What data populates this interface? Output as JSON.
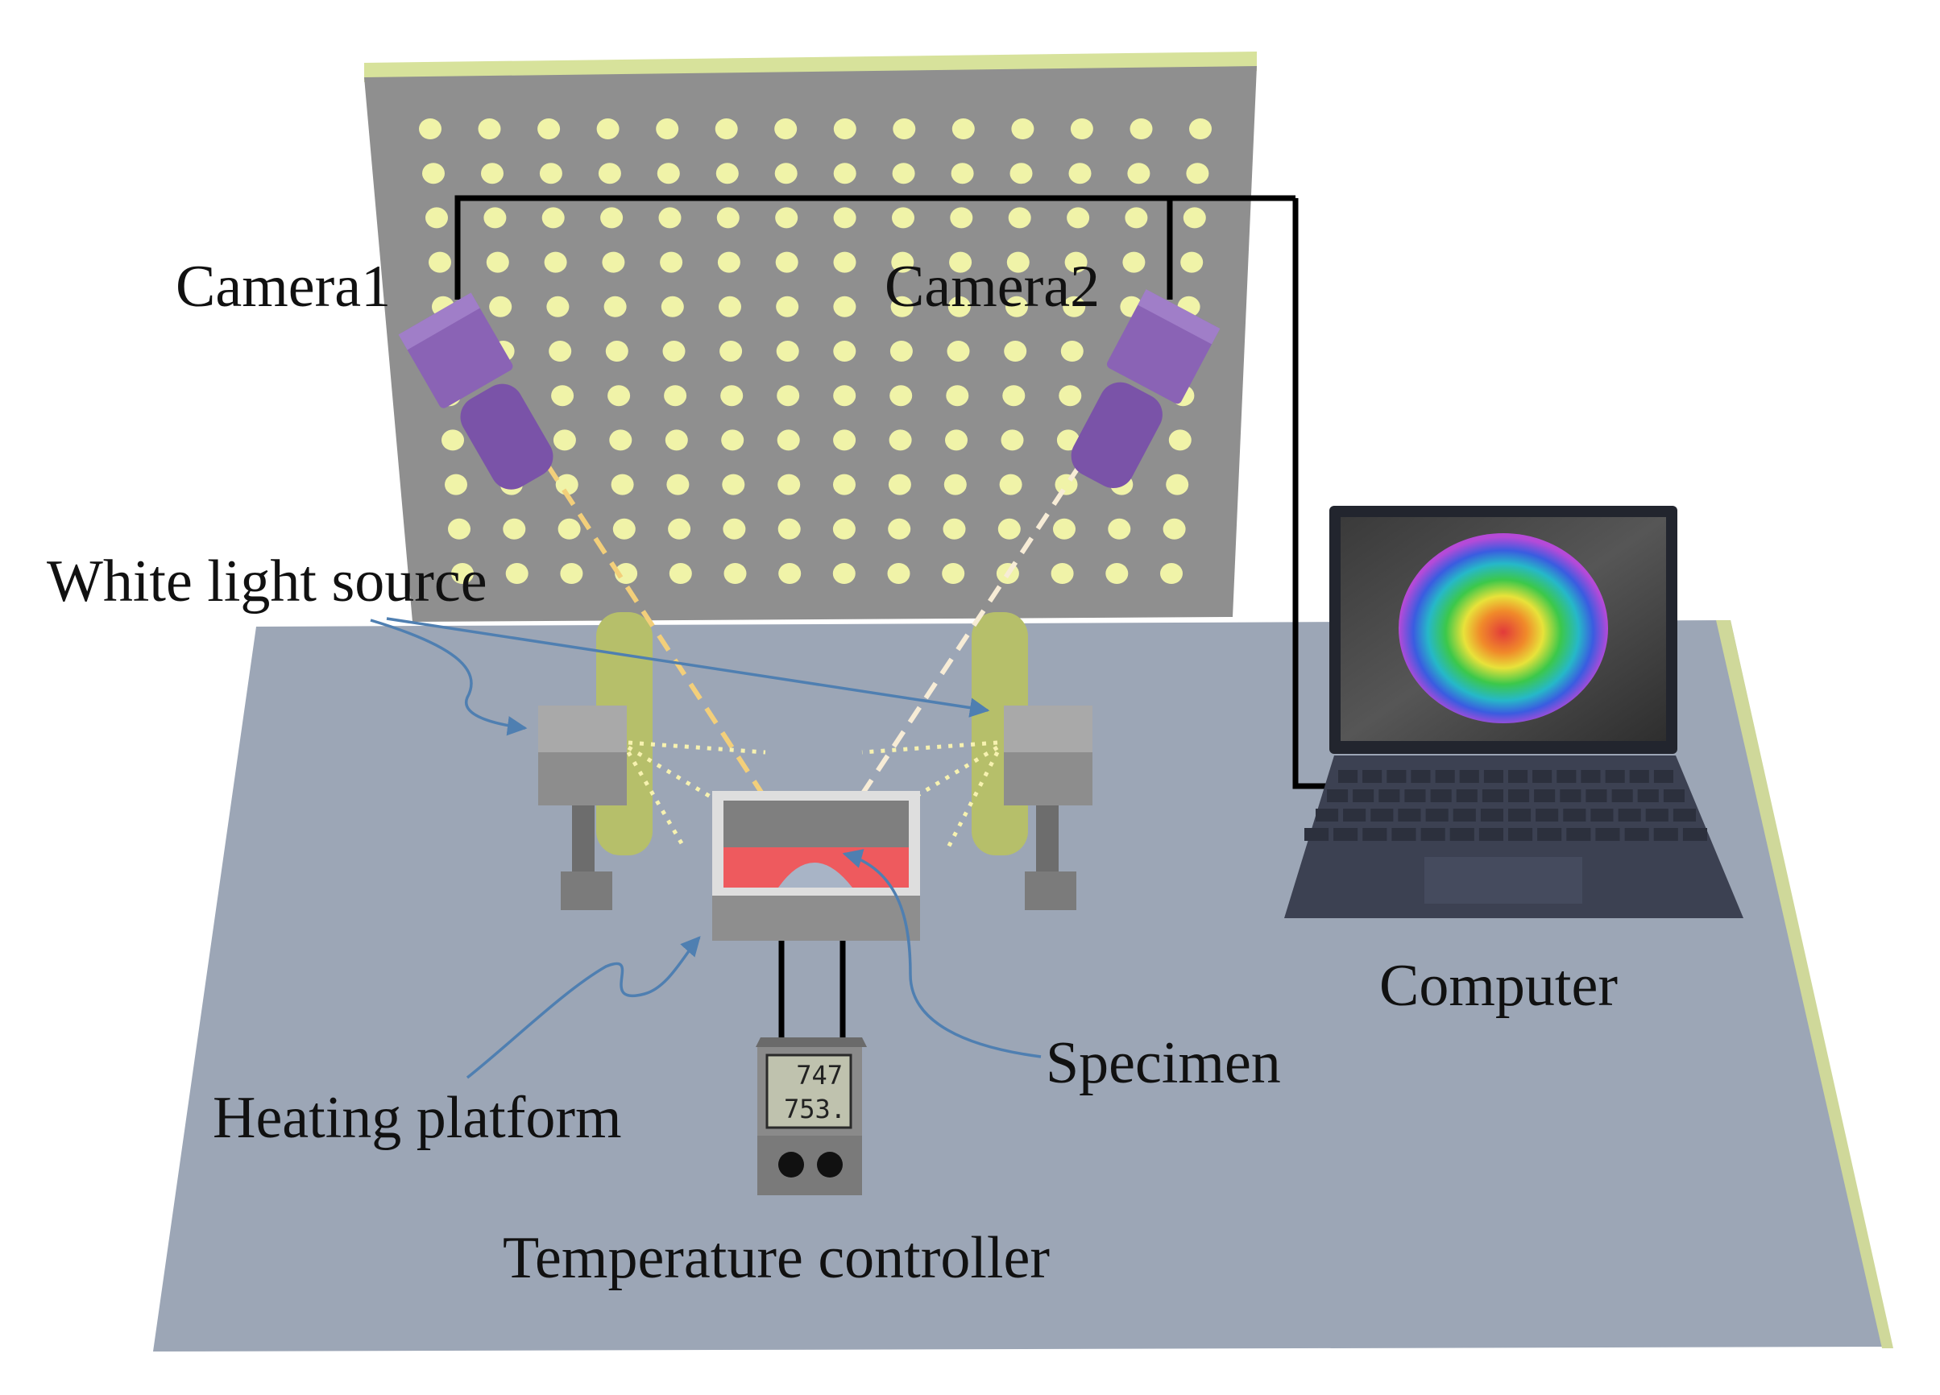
{
  "labels": {
    "camera1": "Camera1",
    "camera2": "Camera2",
    "white_light_source": "White light source",
    "computer": "Computer",
    "specimen": "Specimen",
    "heating_platform": "Heating platform",
    "temperature_controller": "Temperature controller"
  },
  "controller_display": {
    "reading_top": "747",
    "reading_bottom": "753."
  },
  "calibration_board": {
    "rows": 11,
    "cols": 14
  },
  "colors": {
    "table": "#9ca6b6",
    "table_edge": "#cfd89a",
    "board": "#8f8f8f",
    "board_top": "#d7e29b",
    "dot": "#f0f3a8",
    "pillar": "#b6bf6a",
    "camera": "#8a63b5",
    "camera_dark": "#6f4b98",
    "light_box": "#8d8d8d",
    "heater_red": "#ee5a5e",
    "laptop": "#3c4152",
    "arrow": "#4f7fb1",
    "camera_ray": "#f3cf7a",
    "cable": "#000000"
  }
}
